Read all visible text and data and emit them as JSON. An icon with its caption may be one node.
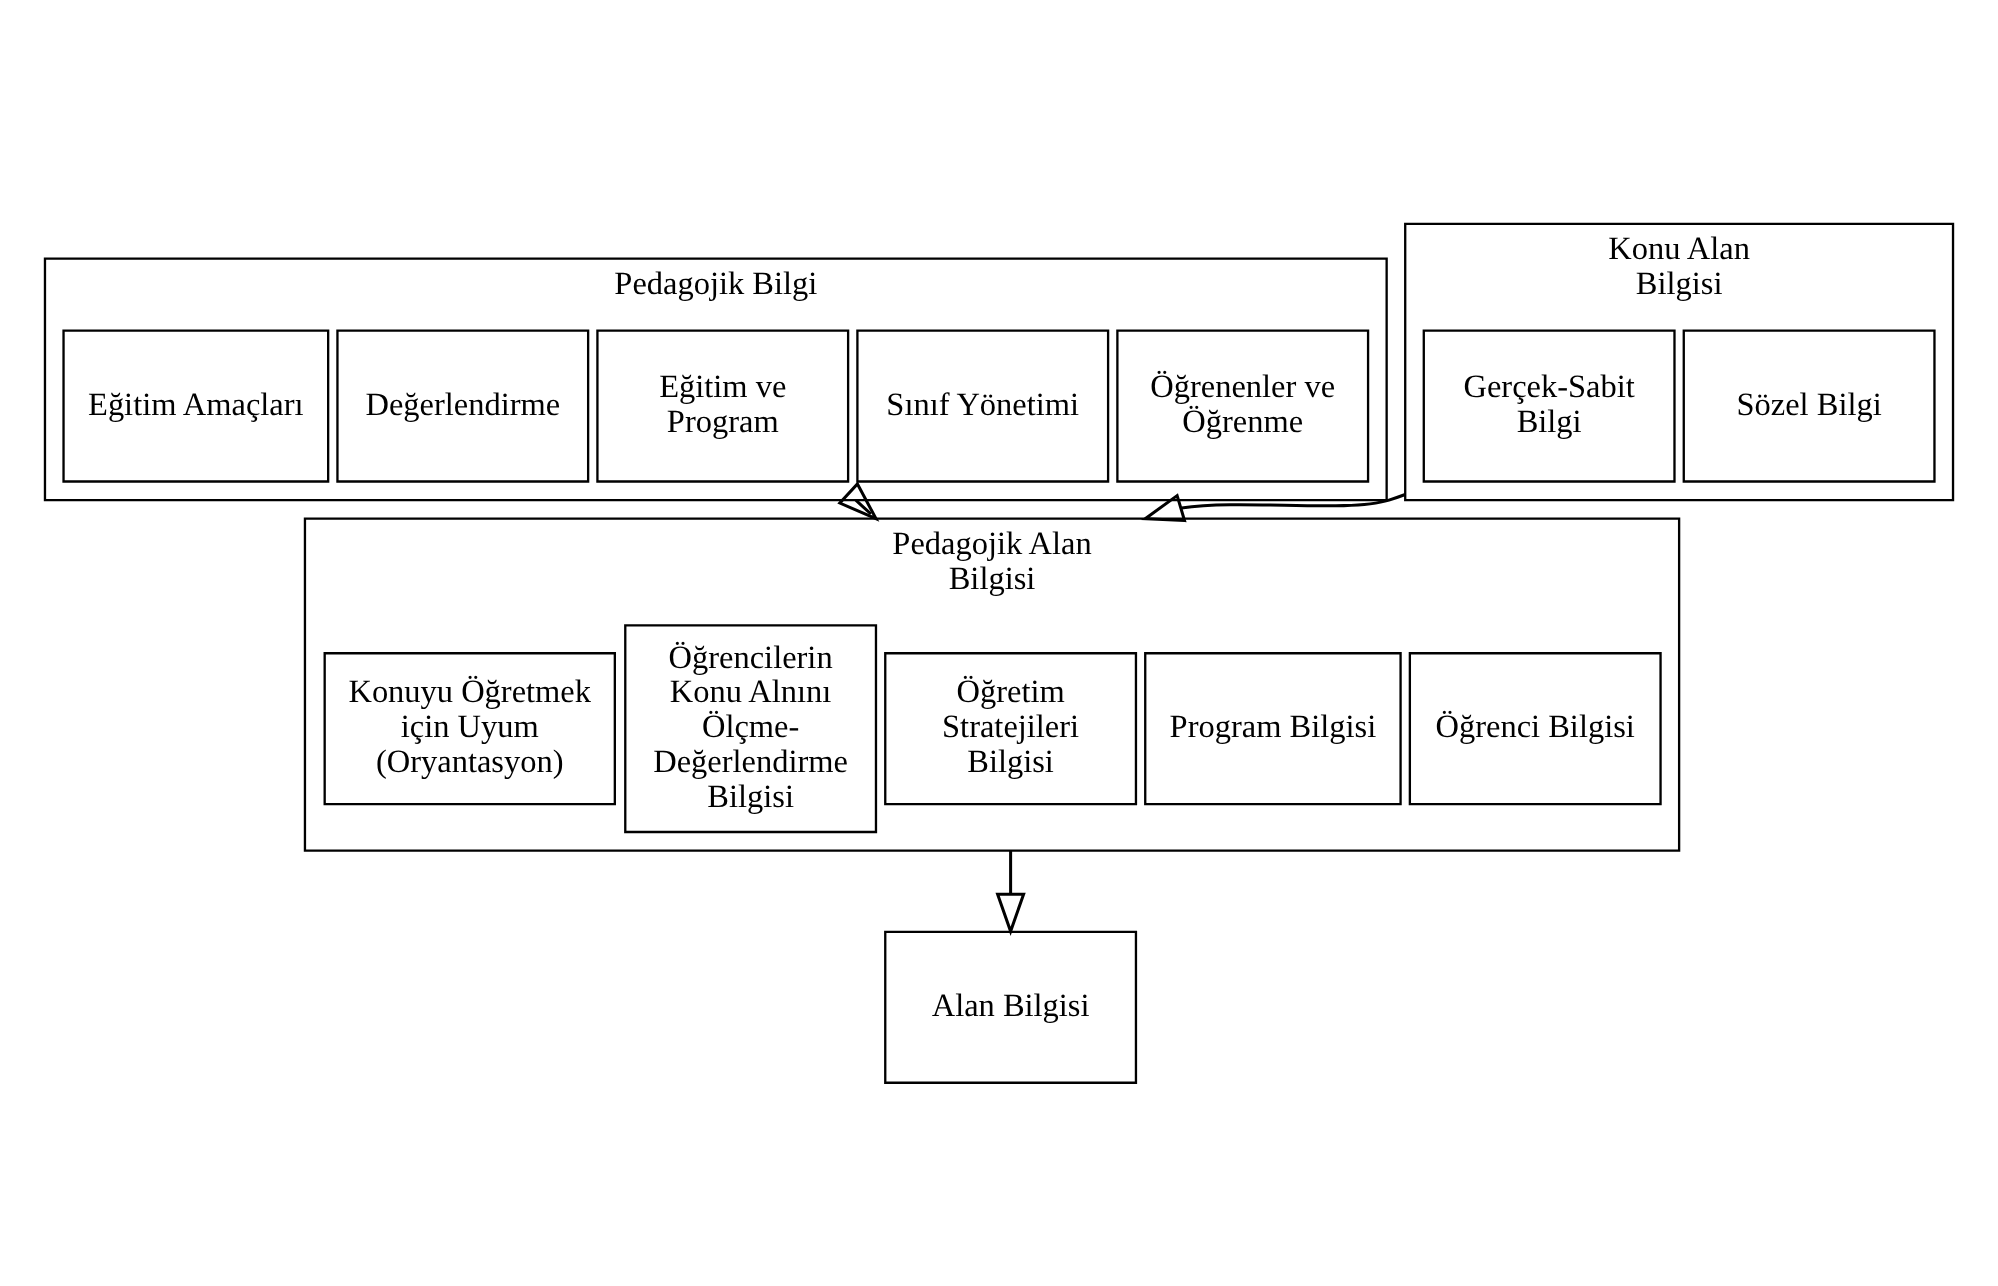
{
  "diagram": {
    "nodes": [
      {
        "text": [
          "Pedagojik Bilgi"
        ]
      },
      {
        "text": [
          "Öğrenenler ve Öğrenme"
        ],
        "in": 0
      },
      {
        "text": [
          "Sınıf Yönetimi"
        ],
        "in": 0
      },
      {
        "text": [
          "Eğitim ve Program"
        ],
        "in": 0
      },
      {
        "text": [
          "Değerlendirme"
        ],
        "in": 0
      },
      {
        "text": [
          "Eğitim Amaçları"
        ],
        "in": 0
      },
      {
        "text": [
          "Konu Alan Bilgisi"
        ]
      },
      {
        "text": [
          "Sözel Bilgi"
        ],
        "in": 6
      },
      {
        "text": [
          "Gerçek-Sabit Bilgi"
        ],
        "in": 6
      },
      {
        "text": [
          "Pedagojik Alan Bilgisi"
        ]
      },
      {
        "text": [
          "Öğrenci Bilgisi"
        ],
        "in": 9
      },
      {
        "text": [
          "Program Bilgisi"
        ],
        "in": 9
      },
      {
        "text": [
          "Öğretim Stratejileri Bilgisi"
        ],
        "in": 9
      },
      {
        "text": [
          "Öğrencilerin Konu Alnını Ölçme-Değerlendirme Bilgisi"
        ],
        "in": 9
      },
      {
        "text": [
          "Konuyu Öğretmek için Uyum (Oryantasyon)"
        ],
        "in": 9
      },
      {
        "text": [
          "Alan Bilgisi"
        ]
      }
    ],
    "edges": [
      {
        "from": 0,
        "to": 9,
        "arrow": "to"
      },
      {
        "from": 6,
        "to": 9,
        "arrow": "to"
      },
      {
        "from": 9,
        "to": 15,
        "arrow": "to"
      }
    ]
  }
}
